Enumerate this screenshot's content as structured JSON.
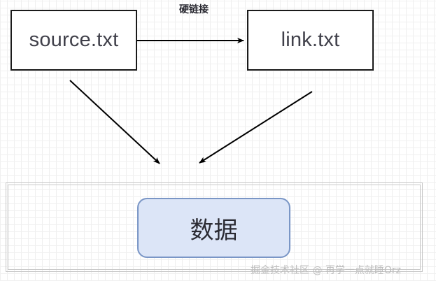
{
  "diagram": {
    "title": "hard-link-diagram",
    "nodes": {
      "source": {
        "label": "source.txt"
      },
      "link": {
        "label": "link.txt"
      },
      "data": {
        "label": "数据"
      }
    },
    "edges": {
      "hardlink_label": "硬链接"
    },
    "container": {
      "label": ""
    },
    "watermark": "掘金技术社区 @ 再学一点就睡Orz",
    "colors": {
      "node_border": "#1a1a1a",
      "node_fill": "#ffffff",
      "data_fill": "#dce5f7",
      "data_border": "#7a96c6",
      "arrow": "#000000",
      "grid_minor": "#f0f0f0",
      "grid_major": "#d9d9d9",
      "watermark": "#bdbdbd"
    }
  }
}
